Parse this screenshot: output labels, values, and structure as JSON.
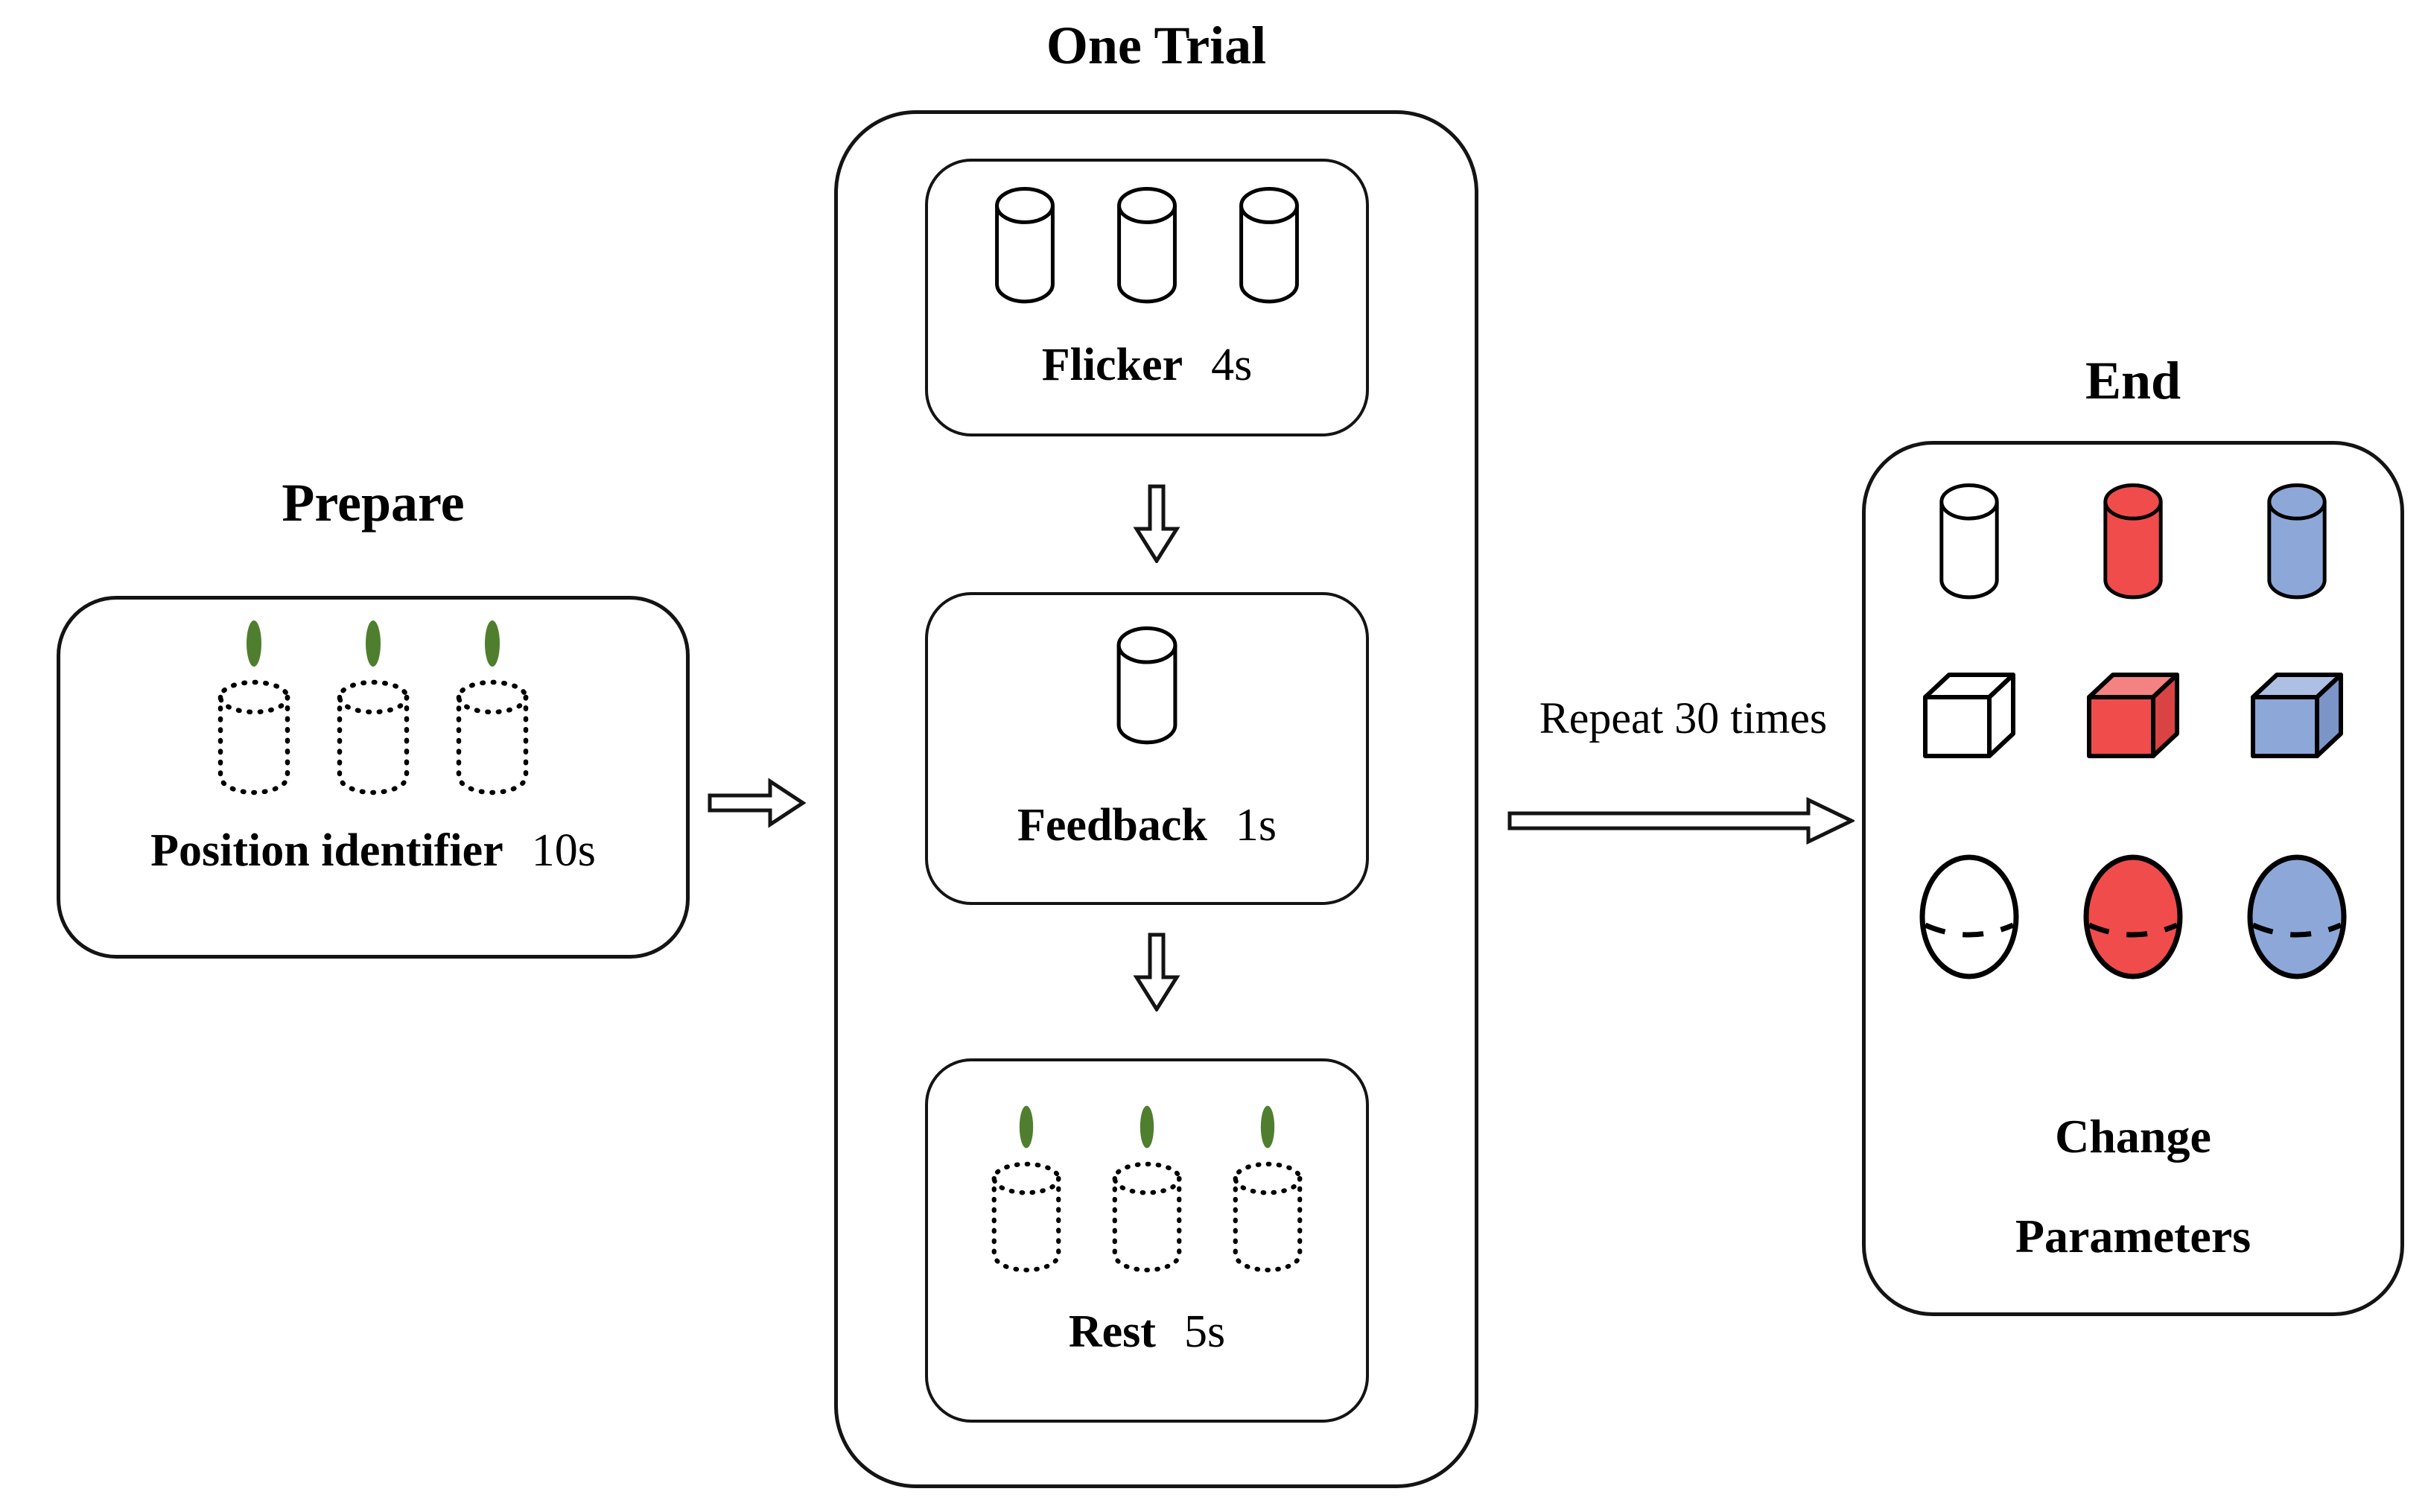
{
  "colors": {
    "red": "#f14c4c",
    "red_light": "#f58282",
    "red_dark": "#da4343",
    "blue": "#8da8d8",
    "blue_light": "#adc0e4",
    "blue_dark": "#7b95c9",
    "green": "#4f7e2f",
    "white": "#ffffff",
    "outline": "#141414"
  },
  "prepare": {
    "title": "Prepare",
    "label": "Position identifier",
    "duration": "10s"
  },
  "one_trial": {
    "title": "One Trial",
    "steps": [
      {
        "label": "Flicker",
        "duration": "4s"
      },
      {
        "label": "Feedback",
        "duration": "1s"
      },
      {
        "label": "Rest",
        "duration": "5s"
      }
    ]
  },
  "transition": {
    "repeat_label": "Repeat 30 times"
  },
  "end": {
    "title": "End",
    "change_line1": "Change",
    "change_line2": "Parameters",
    "grid": {
      "rows": [
        "cylinder",
        "cube",
        "sphere"
      ],
      "colors": [
        "white",
        "red",
        "blue"
      ]
    }
  }
}
